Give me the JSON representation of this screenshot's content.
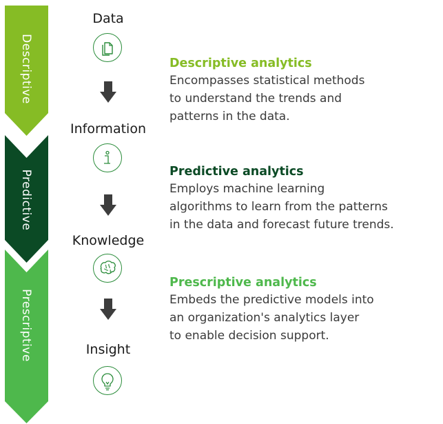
{
  "stages": [
    {
      "label": "Descriptive",
      "color": "#86bc25"
    },
    {
      "label": "Predictive",
      "color": "#0b4a25"
    },
    {
      "label": "Prescriptive",
      "color": "#4eb84c"
    }
  ],
  "pyramid": [
    {
      "label": "Data",
      "icon": "document-icon"
    },
    {
      "label": "Information",
      "icon": "info-icon"
    },
    {
      "label": "Knowledge",
      "icon": "brain-icon"
    },
    {
      "label": "Insight",
      "icon": "lightbulb-icon"
    }
  ],
  "descriptions": [
    {
      "title": "Descriptive analytics",
      "title_color": "#86bc25",
      "lines": [
        "Encompasses statistical methods",
        "to understand the trends and",
        "patterns in the data."
      ]
    },
    {
      "title": "Predictive analytics",
      "title_color": "#0b4a25",
      "lines": [
        "Employs machine learning",
        "algorithms to learn from the patterns",
        "in the data and forecast future trends."
      ]
    },
    {
      "title": "Prescriptive analytics",
      "title_color": "#4eb84c",
      "lines": [
        "Embeds the predictive models into",
        "an organization's analytics layer",
        "to enable decision support."
      ]
    }
  ],
  "icon_color": "#2a8c3a",
  "arrow_color": "#3d3d3d"
}
